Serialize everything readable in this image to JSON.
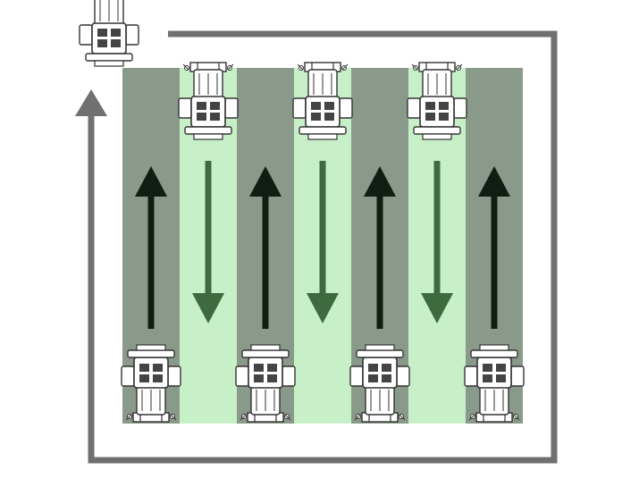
{
  "diagram": {
    "description_kind": "harvest-path",
    "colors": {
      "background": "#ffffff",
      "lane_dark": "#8a9a8a",
      "lane_light": "#c8f0c8",
      "arrow_up": "#101d12",
      "arrow_down": "#3d6b3f",
      "route": "#707070",
      "vehicle_stroke": "#333333",
      "vehicle_fill": "#ffffff",
      "vehicle_glass": "#444444"
    },
    "lanes": [
      {
        "shade": "dark",
        "direction": "up"
      },
      {
        "shade": "light",
        "direction": "down"
      },
      {
        "shade": "dark",
        "direction": "up"
      },
      {
        "shade": "light",
        "direction": "down"
      },
      {
        "shade": "dark",
        "direction": "up"
      },
      {
        "shade": "light",
        "direction": "down"
      },
      {
        "shade": "dark",
        "direction": "up"
      }
    ],
    "route": {
      "shape": "clockwise-rectangle",
      "arrowhead": "up-left"
    },
    "vehicles": [
      {
        "name": "vehicle-start",
        "facing": "down",
        "position": "top-left-corner"
      },
      {
        "name": "vehicle-lane-2-top",
        "facing": "down",
        "lane": 2,
        "end": "top"
      },
      {
        "name": "vehicle-lane-4-top",
        "facing": "down",
        "lane": 4,
        "end": "top"
      },
      {
        "name": "vehicle-lane-6-top",
        "facing": "down",
        "lane": 6,
        "end": "top"
      },
      {
        "name": "vehicle-lane-1-bottom",
        "facing": "up",
        "lane": 1,
        "end": "bottom"
      },
      {
        "name": "vehicle-lane-3-bottom",
        "facing": "up",
        "lane": 3,
        "end": "bottom"
      },
      {
        "name": "vehicle-lane-5-bottom",
        "facing": "up",
        "lane": 5,
        "end": "bottom"
      },
      {
        "name": "vehicle-lane-7-bottom",
        "facing": "up",
        "lane": 7,
        "end": "bottom"
      }
    ]
  }
}
